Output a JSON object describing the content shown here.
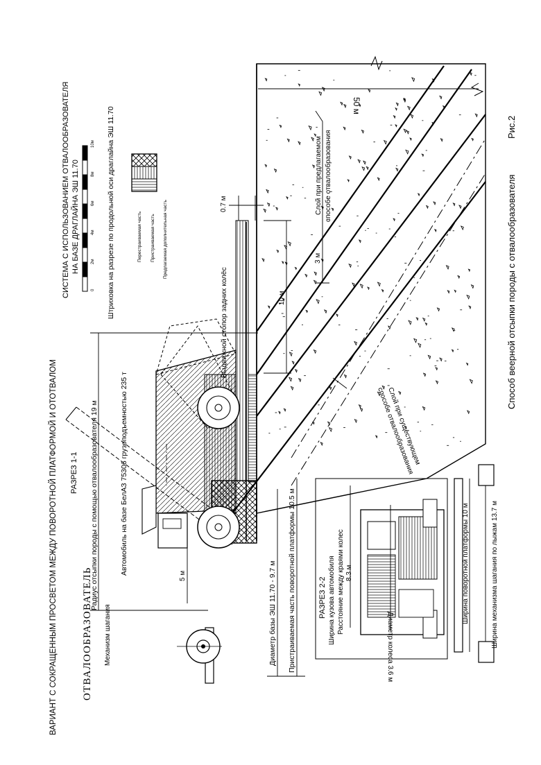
{
  "heading": "ВАРИАНТ С СОКРАЩЕННЫМ ПРОСВЕТОМ МЕЖДУ ПОВОРОТНОЙ ПЛАТФОРМОЙ И ОТОТВАЛОМ",
  "section_1": "РАЗРЕЗ 1-1",
  "radius_label": "Радиус отсыпки породы с помощью отвалообразователя 19 м",
  "truck_label": "Автомобиль на базе БелАЗ 75306 грузоподъемностью 235 т",
  "stacker_label": "ОТВАЛООБРАЗОВАТЕЛЬ",
  "walking_mech": "Механизм шагания",
  "dim_5m": "5 м",
  "base_dia": "Диаметр базы ЭШ 11.70 - 9.7 м",
  "platform_attach": "Пристраиваемая часть поворотной платформы 10.5 м",
  "stopper": "Выдвижной стопор задних колёс",
  "dim_10m": "10 м",
  "dim_3m": "3 м",
  "dim_07m": "0.7 м",
  "dim_50m": "50 м",
  "layer_existing": [
    "Слой при существующем",
    "способе отвалообразования"
  ],
  "layer_proposed": [
    "Слой при предлагаемом",
    "способе отвалообразования"
  ],
  "system_title": [
    "СИСТЕМА С ИСПОЛЬЗОВАНИЕМ ОТВАЛООБРАЗОВАТЕЛЯ",
    "НА БАЗЕ ДРАГЛАЙНА ЭШ 11.70"
  ],
  "scale_ticks": [
    "0",
    "2м",
    "4м",
    "6м",
    "8м",
    "10м"
  ],
  "hatch_note": "Штриховка на разрезе по продольной оси драглайна ЭШ 11.70",
  "legend": [
    "Перестраиваемая часть",
    "Пристраиваемая часть",
    "Предлагаемая дополнительная часть"
  ],
  "section_2": "РАЗРЕЗ 2-2",
  "body_width": "Ширина кузова автомобиля",
  "wheel_spacing": "Расстояние между краями колес",
  "dim_83m": "8.3 м",
  "wheel_dia": "Диаметр колеса 3.6 м",
  "platform_width": "Ширина поворотной платформы 10 м",
  "walk_width": "Ширина механизма шагания по лыжам 13.7 м",
  "caption": "Способ веерной отсыпки породы с отвалообразователя",
  "fig": "Рис.2"
}
